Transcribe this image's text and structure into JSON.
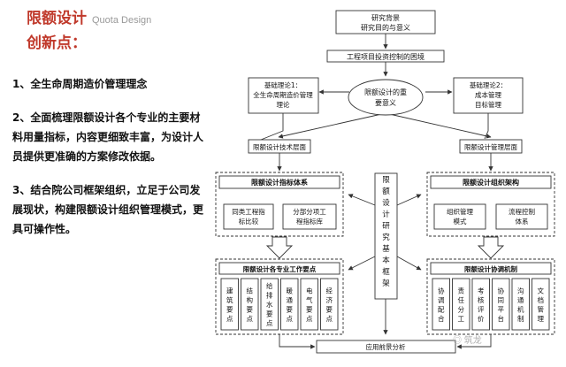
{
  "title": {
    "line1": "限额设计",
    "english": "Quota Design",
    "line2": "创新点："
  },
  "points": [
    "1、全生命周期造价管理理念",
    "2、全面梳理限额设计各个专业的主要材料用量指标，内容更细致丰富，为设计人员提供更准确的方案修改依据。",
    "3、结合院公司框架组织，立足于公司发展现状，构建限额设计组织管理模式，更具可操作性。"
  ],
  "diagram": {
    "top_box": [
      "研究背景",
      "研究目的与意义"
    ],
    "status_box": "工程项目投资控制的困境",
    "theory1": [
      "基础理论1：",
      "全生命周期造价管理",
      "理论"
    ],
    "theory2": [
      "基础理论2：",
      "成本管理",
      "目标管理"
    ],
    "ellipse": [
      "限额设计的重",
      "要意义"
    ],
    "tech_level": "限额设计技术层面",
    "org_level": "限额设计管理层面",
    "framework": "限额设计研究基本框架",
    "indicator_system": "限额设计指标体系",
    "indicator_items": [
      [
        "同类工程指",
        "标比较"
      ],
      [
        "分部分项工",
        "程指标库"
      ]
    ],
    "work_points_title": "限额设计各专业工作要点",
    "work_points": [
      "建筑要点",
      "结构要点",
      "给排水要点",
      "暖通要点",
      "电气要点",
      "经济要点"
    ],
    "org_structure": "限额设计组织架构",
    "org_items": [
      [
        "组织管理",
        "模式"
      ],
      [
        "流程控制",
        "体系"
      ]
    ],
    "coord_title": "限额设计协调机制",
    "coord_items": [
      "协调配合",
      "责任分工",
      "考核评价",
      "协同平台",
      "沟通机制",
      "文档管理"
    ],
    "bottom_box": "应用前景分析"
  },
  "watermark": "◎ 筑龙"
}
